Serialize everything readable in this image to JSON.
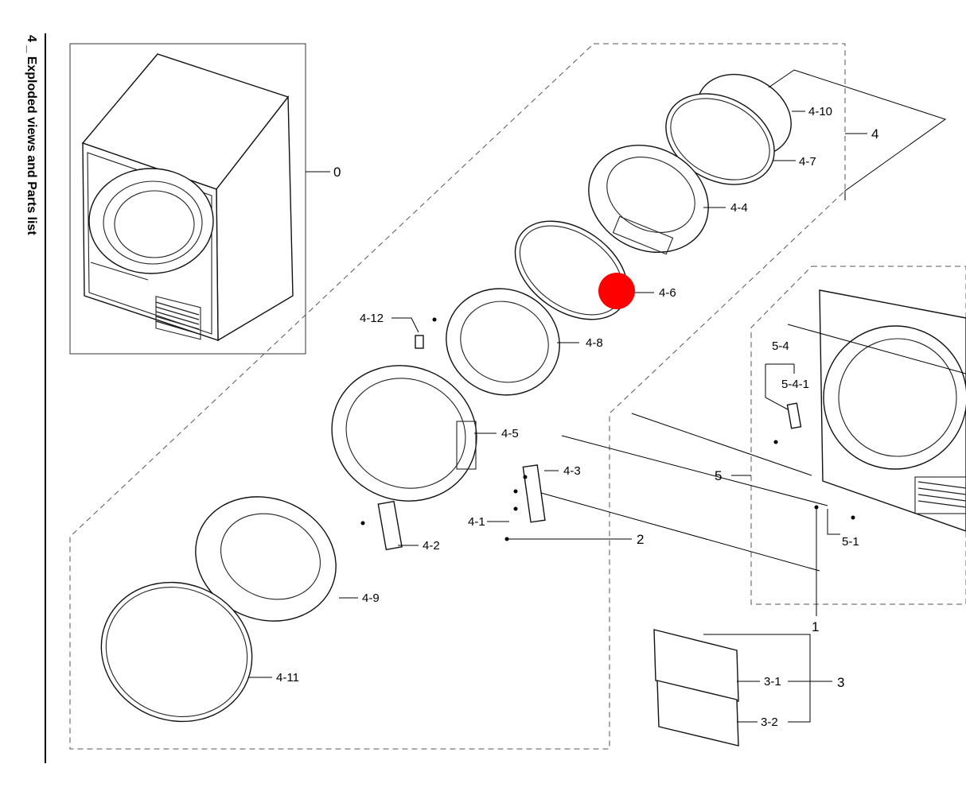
{
  "sidebar": {
    "title": "4 _ Exploded views and Parts list"
  },
  "labels": {
    "l0": "0",
    "l4": "4",
    "l4_10": "4-10",
    "l4_7": "4-7",
    "l4_4": "4-4",
    "l4_6": "4-6",
    "l4_12": "4-12",
    "l4_8": "4-8",
    "l4_5": "4-5",
    "l4_3": "4-3",
    "l4_1": "4-1",
    "l4_2": "4-2",
    "l2": "2",
    "l5": "5",
    "l5_4": "5-4",
    "l5_4_1": "5-4-1",
    "l5_1": "5-1",
    "l4_9": "4-9",
    "l4_11": "4-11",
    "l1": "1",
    "l3_1": "3-1",
    "l3": "3",
    "l3_2": "3-2"
  },
  "highlight_color": "#ff0000"
}
